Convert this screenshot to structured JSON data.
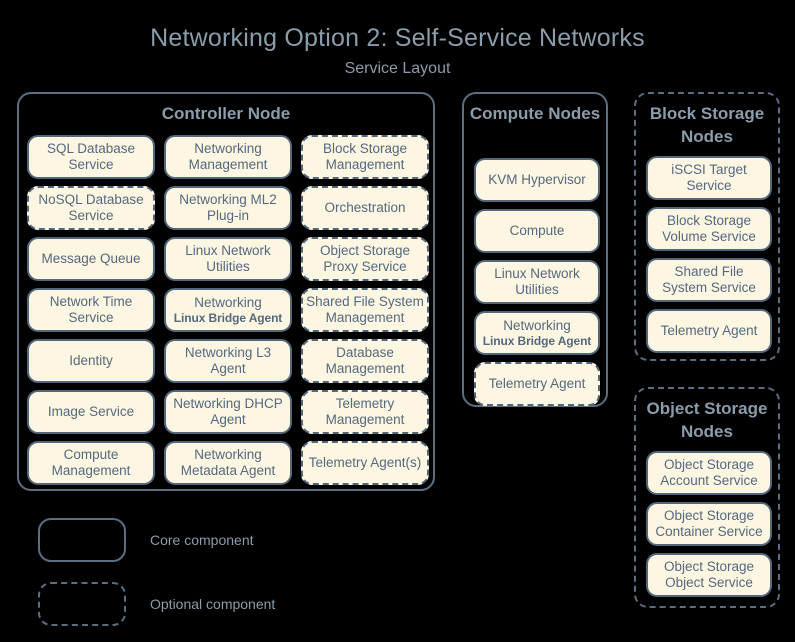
{
  "header": {
    "title": "Networking Option 2: Self-Service Networks",
    "subtitle": "Service Layout"
  },
  "controller_node": {
    "title": "Controller Node",
    "columns": [
      [
        {
          "label": "SQL Database Service",
          "optional": false
        },
        {
          "label": "NoSQL Database Service",
          "optional": true
        },
        {
          "label": "Message Queue",
          "optional": false
        },
        {
          "label": "Network Time Service",
          "optional": false
        },
        {
          "label": "Identity",
          "optional": false
        },
        {
          "label": "Image Service",
          "optional": false
        },
        {
          "label": "Compute Management",
          "optional": false
        }
      ],
      [
        {
          "label": "Networking Management",
          "optional": false
        },
        {
          "label": "Networking ML2 Plug-in",
          "optional": false
        },
        {
          "label": "Linux Network Utilities",
          "optional": false
        },
        {
          "label": "Networking",
          "sub": "Linux Bridge Agent",
          "optional": false
        },
        {
          "label": "Networking L3 Agent",
          "optional": false
        },
        {
          "label": "Networking DHCP Agent",
          "optional": false
        },
        {
          "label": "Networking Metadata Agent",
          "optional": false
        }
      ],
      [
        {
          "label": "Block Storage Management",
          "optional": true
        },
        {
          "label": "Orchestration",
          "optional": true
        },
        {
          "label": "Object Storage Proxy Service",
          "optional": true
        },
        {
          "label": "Shared File System Management",
          "optional": true
        },
        {
          "label": "Database Management",
          "optional": true
        },
        {
          "label": "Telemetry Management",
          "optional": true
        },
        {
          "label": "Telemetry Agent(s)",
          "optional": true
        }
      ]
    ]
  },
  "compute_nodes": {
    "title": "Compute Nodes",
    "optional_container": false,
    "items": [
      {
        "label": "KVM Hypervisor",
        "optional": false
      },
      {
        "label": "Compute",
        "optional": false
      },
      {
        "label": "Linux Network Utilities",
        "optional": false
      },
      {
        "label": "Networking",
        "sub": "Linux Bridge Agent",
        "optional": false
      },
      {
        "label": "Telemetry Agent",
        "optional": true
      }
    ]
  },
  "block_storage_nodes": {
    "title": "Block Storage Nodes",
    "optional_container": true,
    "items": [
      {
        "label": "iSCSI Target Service",
        "optional": false
      },
      {
        "label": "Block Storage Volume Service",
        "optional": false
      },
      {
        "label": "Shared File System Service",
        "optional": false
      },
      {
        "label": "Telemetry Agent",
        "optional": false
      }
    ]
  },
  "object_storage_nodes": {
    "title": "Object Storage Nodes",
    "optional_container": true,
    "items": [
      {
        "label": "Object Storage Account Service",
        "optional": false
      },
      {
        "label": "Object Storage Container Service",
        "optional": false
      },
      {
        "label": "Object Storage Object Service",
        "optional": false
      }
    ]
  },
  "legend": {
    "core_label": "Core component",
    "optional_label": "Optional component"
  },
  "colors": {
    "background": "#000000",
    "box_fill": "#fdf6e3",
    "box_border": "#52687a",
    "container_border": "#5b6f80",
    "text": "#54697c",
    "title_text": "#8b9cab"
  }
}
